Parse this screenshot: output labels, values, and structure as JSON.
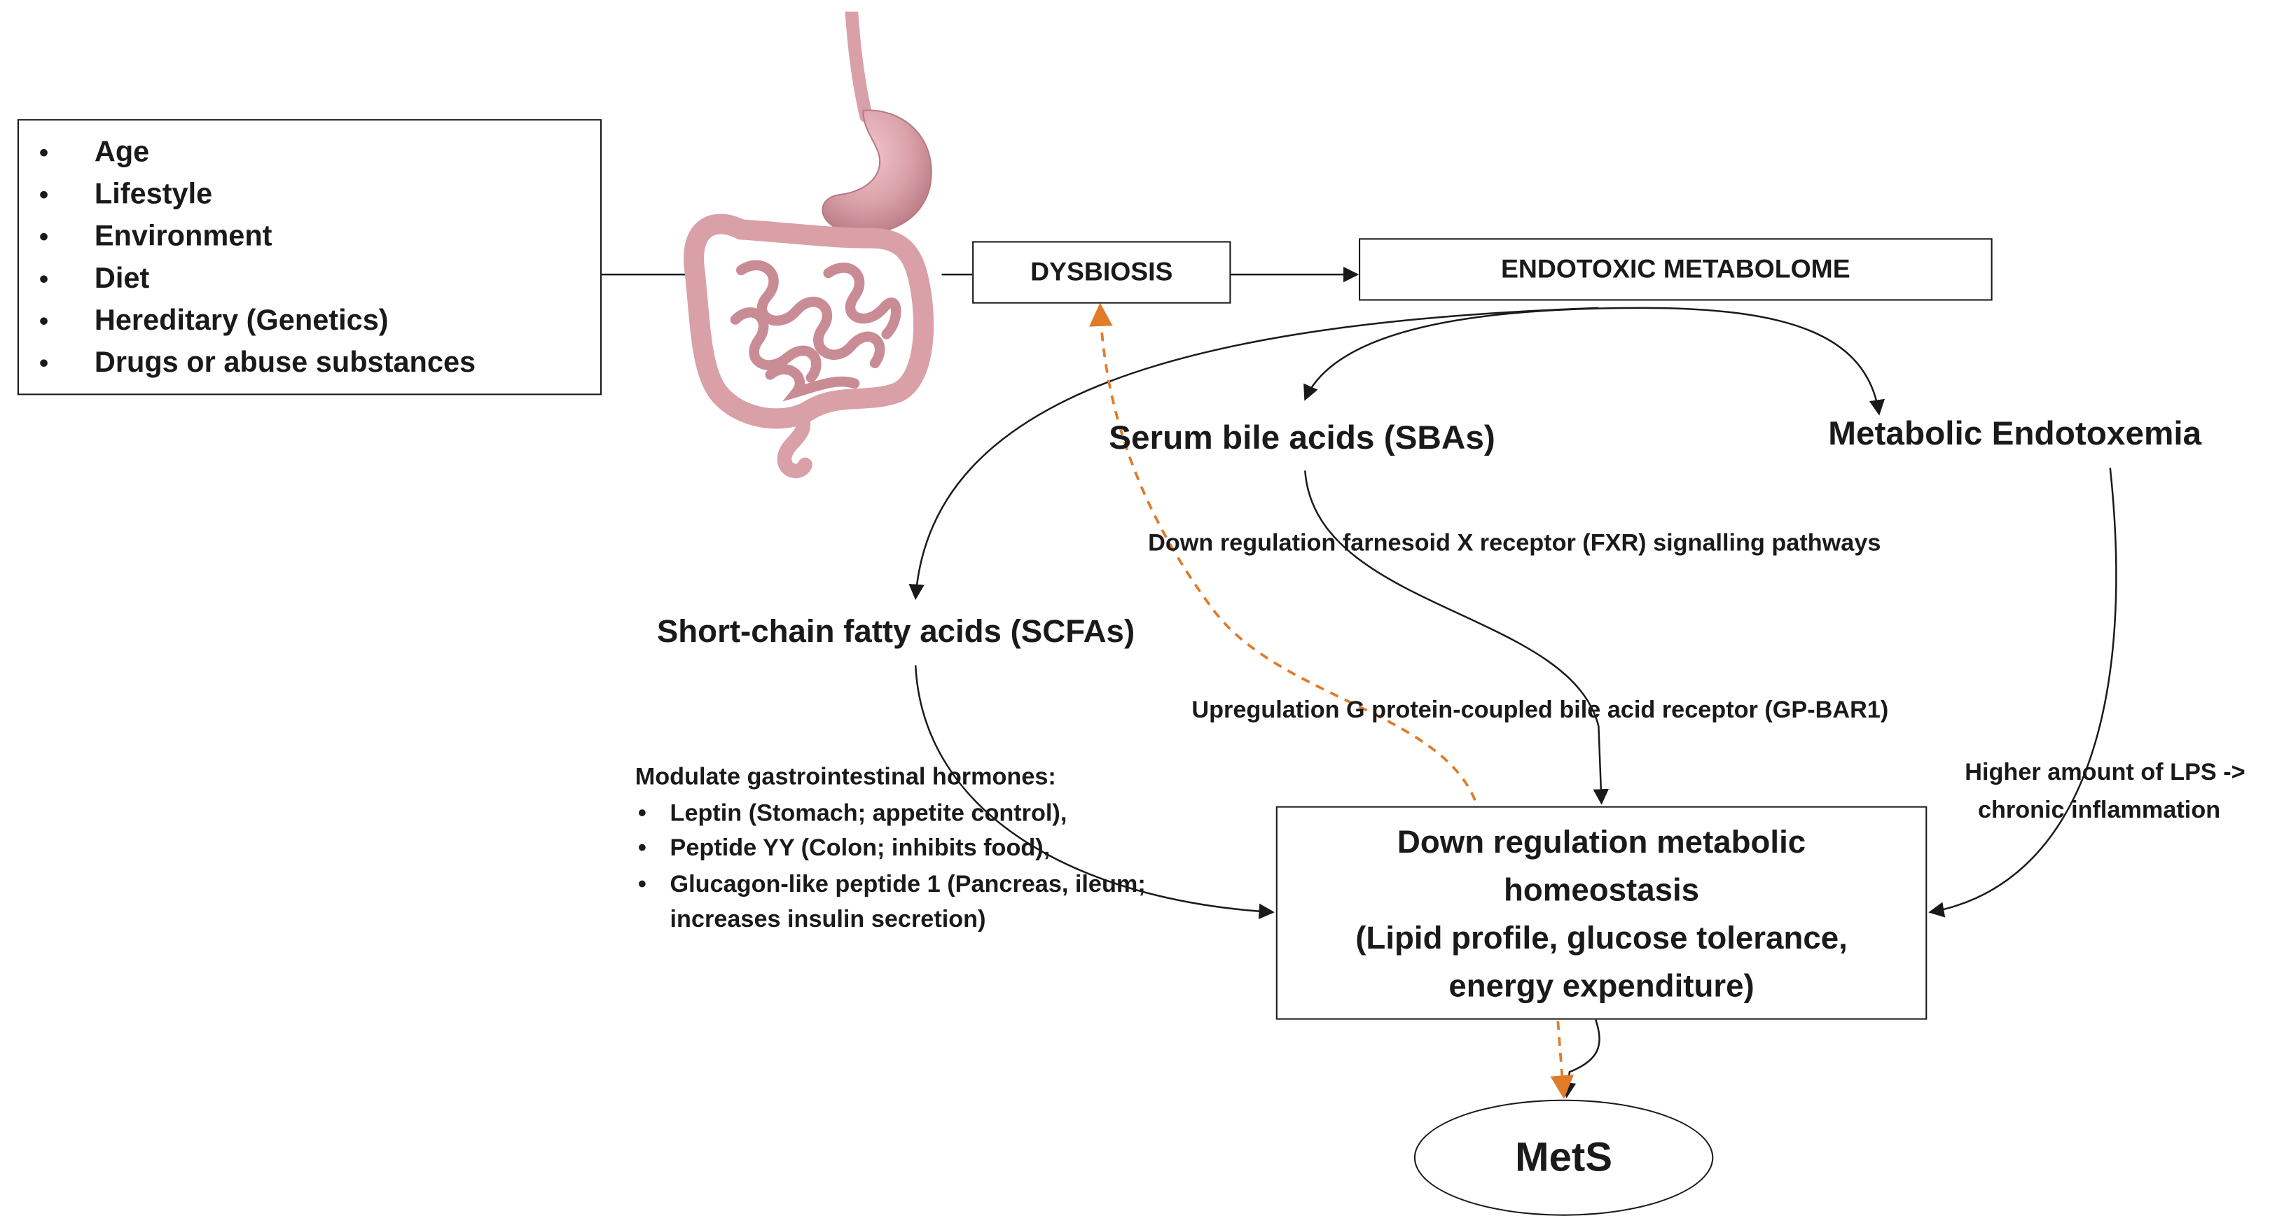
{
  "risk_factors": {
    "items": [
      "Age",
      "Lifestyle",
      "Environment",
      "Diet",
      "Hereditary (Genetics)",
      "Drugs or abuse substances"
    ]
  },
  "nodes": {
    "dysbiosis": "DYSBIOSIS",
    "endotoxic_metabolome": "ENDOTOXIC METABOLOME",
    "serum_bile_acids": "Serum bile acids (SBAs)",
    "metabolic_endotoxemia": "Metabolic Endotoxemia",
    "scfa": "Short-chain fatty acids  (SCFAs)",
    "homeostasis": {
      "lines": [
        "Down regulation metabolic",
        "homeostasis",
        "(Lipid profile, glucose tolerance,",
        "energy expenditure)"
      ]
    },
    "mets": "MetS"
  },
  "annotations": {
    "fxr": "Down regulation farnesoid X receptor (FXR) signalling pathways",
    "gpbar1": "Upregulation G protein-coupled bile acid receptor  (GP-BAR1)",
    "lps_line1": "Higher amount of LPS ->",
    "lps_line2": "chronic inflammation",
    "hormones": {
      "title": "Modulate gastrointestinal hormones:",
      "items": [
        {
          "text": "Leptin (Stomach; appetite control),",
          "bullet": true
        },
        {
          "text": "Peptide YY (Colon; inhibits food),",
          "bullet": true
        },
        {
          "text": "Glucagon-like peptide 1 (Pancreas, ileum;",
          "bullet": true
        },
        {
          "text": "increases insulin secretion)",
          "bullet": false
        }
      ]
    }
  },
  "colors": {
    "line": "#1a1a1a",
    "dashed_feedback": "#e07b2a",
    "gut_tissue": "#d9a0a8"
  },
  "icons": {
    "gut": "digestive-tract-illustration"
  }
}
